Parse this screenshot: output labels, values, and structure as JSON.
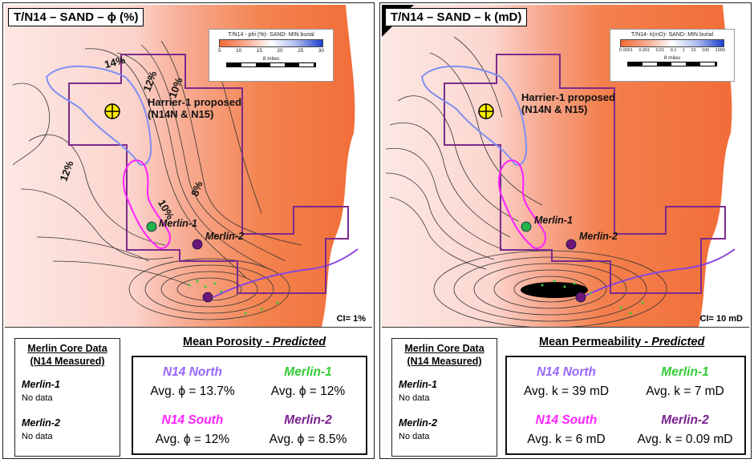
{
  "left": {
    "title": "T/N14 – SAND – ϕ (%)",
    "legend": {
      "title": "T/N14 - phi (%)- SAND- MIN burial",
      "ticks": [
        "5",
        "10",
        "15",
        "20",
        "25",
        "30"
      ],
      "scale_label": "8 miles"
    },
    "ci": "CI= 1%",
    "contour_labels": [
      "14%",
      "12%",
      "10%",
      "12%",
      "8%",
      "10%"
    ],
    "prospect": {
      "line1": "Harrier-1 proposed",
      "line2": "(N14N & N15)"
    },
    "wells": [
      "Merlin-1",
      "Merlin-2"
    ],
    "core": {
      "title_line1": "Merlin Core Data",
      "title_line2": "(N14 Measured)",
      "well1": "Merlin-1",
      "well1_value": "No data",
      "well2": "Merlin-2",
      "well2_value": "No data"
    },
    "mean": {
      "title_prefix": "Mean Porosity - ",
      "title_suffix": "Predicted",
      "zones": [
        {
          "name": "N14 North",
          "value": "Avg. ϕ = 13.7%",
          "color": "#9966ff"
        },
        {
          "name": "Merlin-1",
          "value": "Avg. ϕ = 12%",
          "color": "#33cc33"
        },
        {
          "name": "N14 South",
          "value": "Avg. ϕ = 12%",
          "color": "#ff22ff"
        },
        {
          "name": "Merlin-2",
          "value": "Avg. ϕ = 8.5%",
          "color": "#7a1f8f"
        }
      ]
    }
  },
  "right": {
    "title": "T/N14 – SAND – k (mD)",
    "legend": {
      "title": "T/N14- k(mD)- SAND- MIN burial",
      "ticks": [
        "0.0001",
        "0.001",
        "0.01",
        "0.1",
        "1",
        "10",
        "100",
        "1000"
      ],
      "scale_label": "8 miles"
    },
    "ci": "CI= 10 mD",
    "prospect": {
      "line1": "Harrier-1 proposed",
      "line2": "(N14N & N15)"
    },
    "wells": [
      "Merlin-1",
      "Merlin-2"
    ],
    "core": {
      "title_line1": "Merlin Core Data",
      "title_line2": "(N14 Measured)",
      "well1": "Merlin-1",
      "well1_value": "No data",
      "well2": "Merlin-2",
      "well2_value": "No data"
    },
    "mean": {
      "title_prefix": "Mean Permeability - ",
      "title_suffix": "Predicted",
      "zones": [
        {
          "name": "N14 North",
          "value": "Avg. k = 39 mD",
          "color": "#9966ff"
        },
        {
          "name": "Merlin-1",
          "value": "Avg. k = 7 mD",
          "color": "#33cc33"
        },
        {
          "name": "N14 South",
          "value": "Avg. k = 6 mD",
          "color": "#ff22ff"
        },
        {
          "name": "Merlin-2",
          "value": "Avg. k = 0.09 mD",
          "color": "#7a1f8f"
        }
      ]
    }
  },
  "colors": {
    "pale": "#fbe3e0",
    "orange": "#f3764a",
    "block_outline": "#7b2a8c",
    "north_outline": "#7f8ff0",
    "south_outline": "#ff22ff",
    "merlin1_well": "#22b34a",
    "merlin2_well": "#6b1679",
    "harrier_marker": "#ffee00",
    "coast_line": "#8844dd"
  }
}
